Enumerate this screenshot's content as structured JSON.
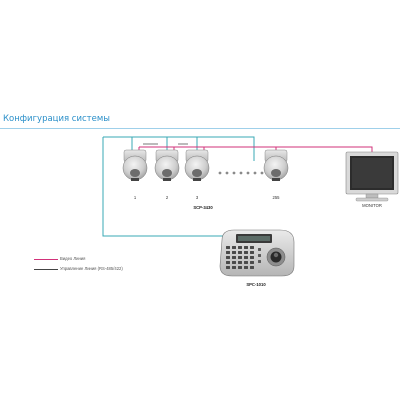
{
  "title": "Конфигурация системы",
  "cameras": {
    "numbers": [
      "1",
      "2",
      "3",
      "255"
    ],
    "model": "SCP-3430"
  },
  "monitor": {
    "label": "MONITOR"
  },
  "controller": {
    "model": "SPC-1010"
  },
  "legend": [
    {
      "text": "Видео Линия",
      "color": "#d2327a"
    },
    {
      "text": "Управление Линия (RS-485/422)",
      "color": "#444444"
    }
  ],
  "colors": {
    "video_line": "#d2327a",
    "control_line": "#3aa8b4",
    "title": "#2a8fc9"
  }
}
